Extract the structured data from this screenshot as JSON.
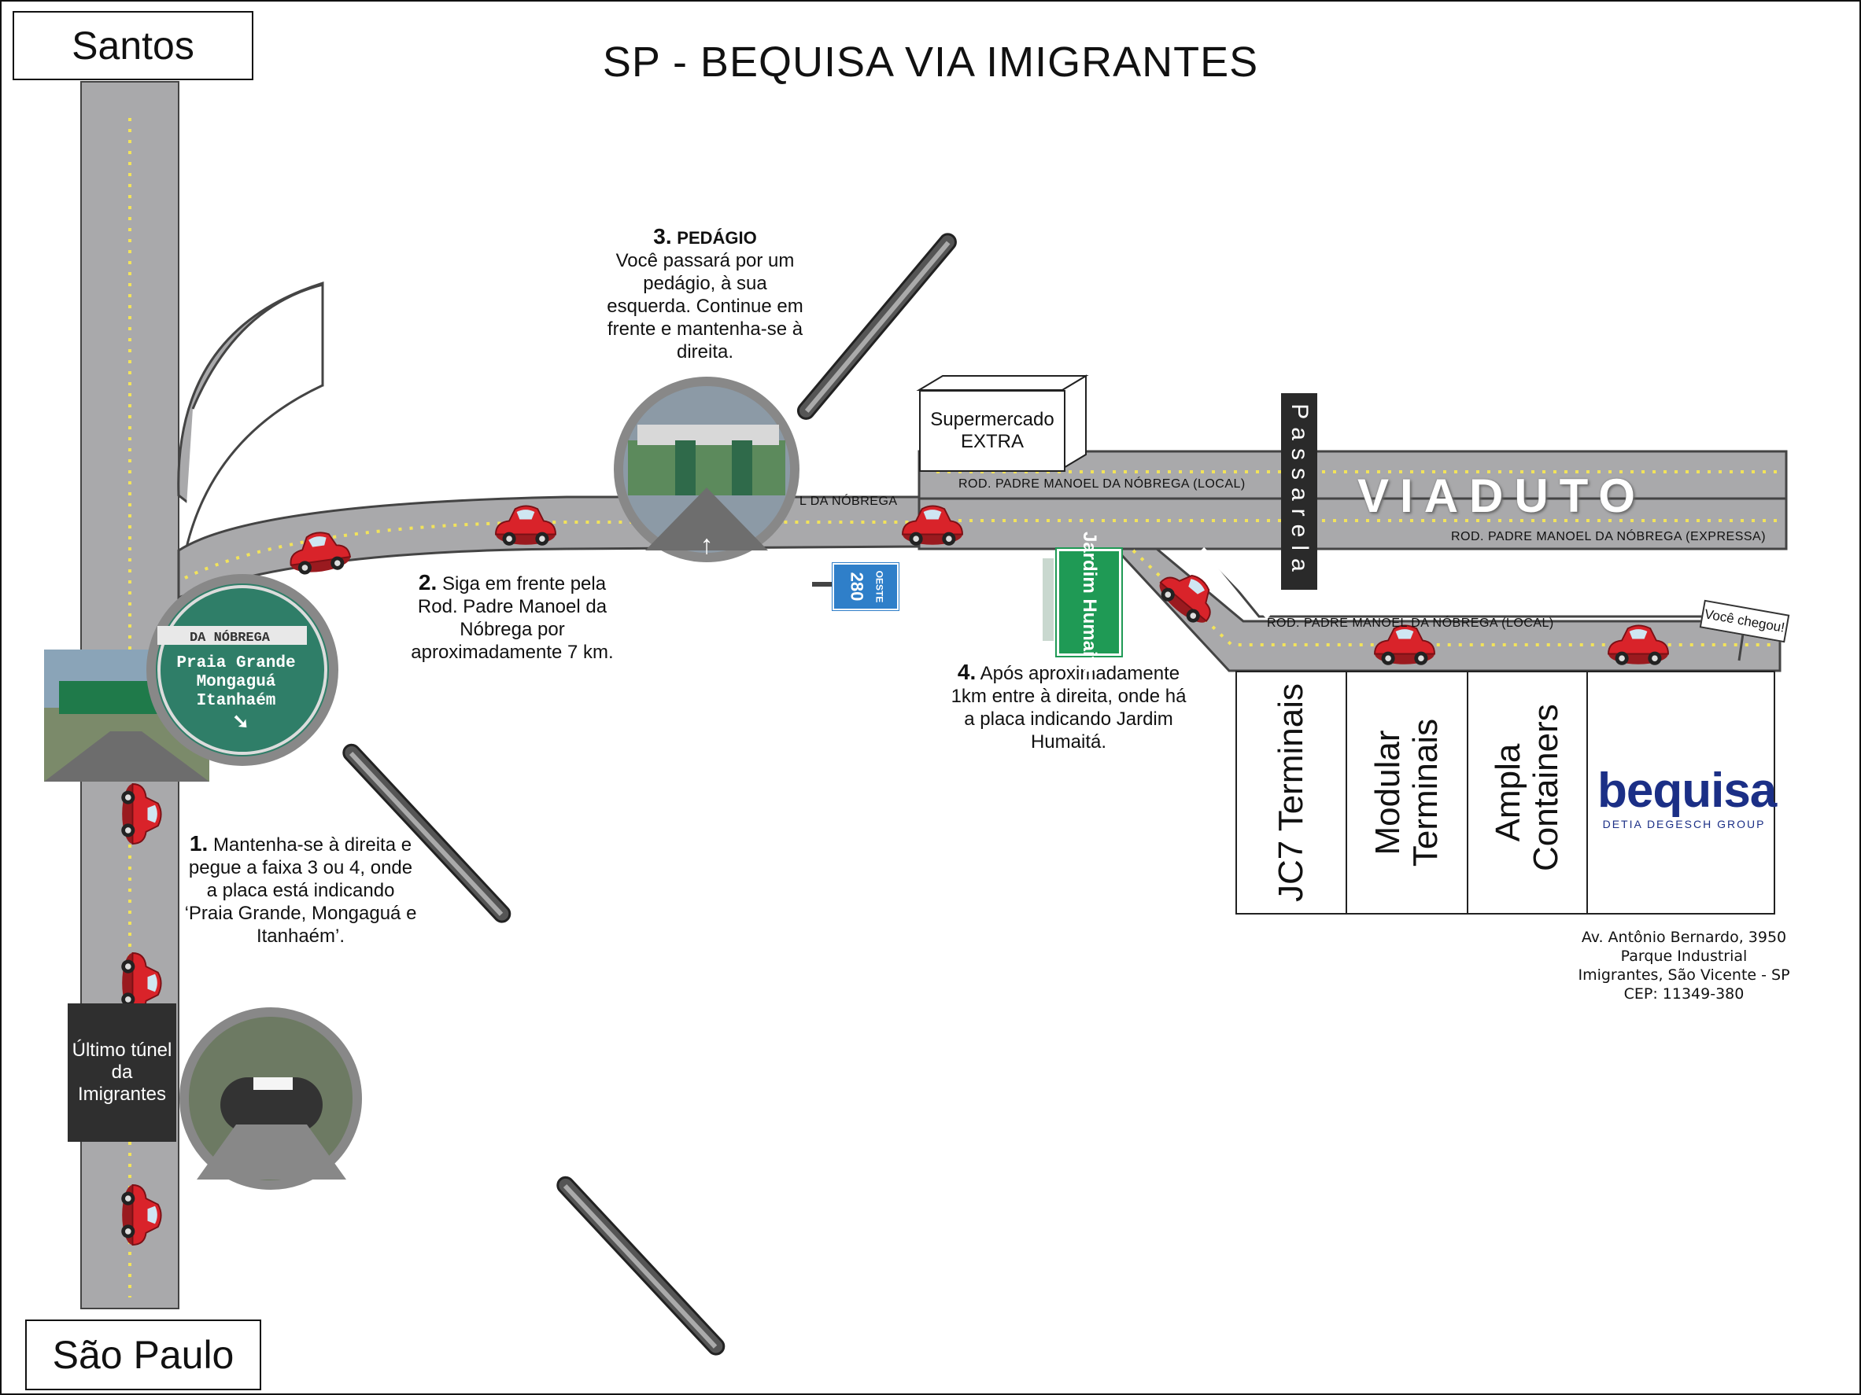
{
  "title": "SP - BEQUISA VIA IMIGRANTES",
  "cities": {
    "top": "Santos",
    "bottom": "São Paulo"
  },
  "steps": {
    "step1": {
      "num": "1.",
      "text": "Mantenha-se à direita e pegue a faixa 3 ou 4, onde a placa está indicando ‘Praia Grande, Mongaguá e Itanhaém’."
    },
    "step2": {
      "num": "2.",
      "text": "Siga em frente pela Rod. Padre Manoel da Nóbrega por aproximadamente 7 km."
    },
    "step3": {
      "num": "3.",
      "heading": "PEDÁGIO",
      "text": "Você passará por um pedágio, à sua esquerda. Continue em frente e mantenha-se à direita."
    },
    "step4": {
      "num": "4.",
      "text": "Após aproximadamente 1km entre à direita, onde há a placa indicando Jardim Humaitá."
    }
  },
  "landmarks": {
    "tunnel": "Último túnel da Imigrantes",
    "supermarket": "Supermercado EXTRA",
    "passarela": "Passarela",
    "viaduto": "VIADUTO",
    "sign_280_number": "280",
    "sign_280_direction": "OESTE",
    "sign_jardim": "Jardim Humaitá",
    "arrived": "Você chegou!"
  },
  "magnifier_sign": [
    "DA NÓBREGA",
    "Praia Grande",
    "Mongaguá",
    "Itanhaém"
  ],
  "road_labels": {
    "local_upper": "ROD. PADRE MANOEL DA NÓBREGA (LOCAL)",
    "expressa": "ROD. PADRE MANOEL DA NÓBREGA (EXPRESSA)",
    "local_lower": "ROD. PADRE MANOEL DA NÓBREGA (LOCAL)",
    "partial": "L DA NÓBREGA"
  },
  "terminals": [
    "JC7 Terminais",
    "Modular Terminais",
    "Ampla Containers"
  ],
  "logo": {
    "name": "bequisa",
    "tagline": "DETIA DEGESCH GROUP"
  },
  "address": [
    "Av. Antônio Bernardo, 3950",
    "Parque Industrial",
    "Imigrantes, São Vicente - SP",
    "CEP: 11349-380"
  ],
  "colors": {
    "road": "#a9a9ab",
    "road_line": "#f2e35a",
    "car": "#d9232a",
    "sign_green": "#1f9a55",
    "sign_blue": "#2f7fc9",
    "logo_blue": "#1b2f86",
    "logo_green": "#7cb342"
  }
}
